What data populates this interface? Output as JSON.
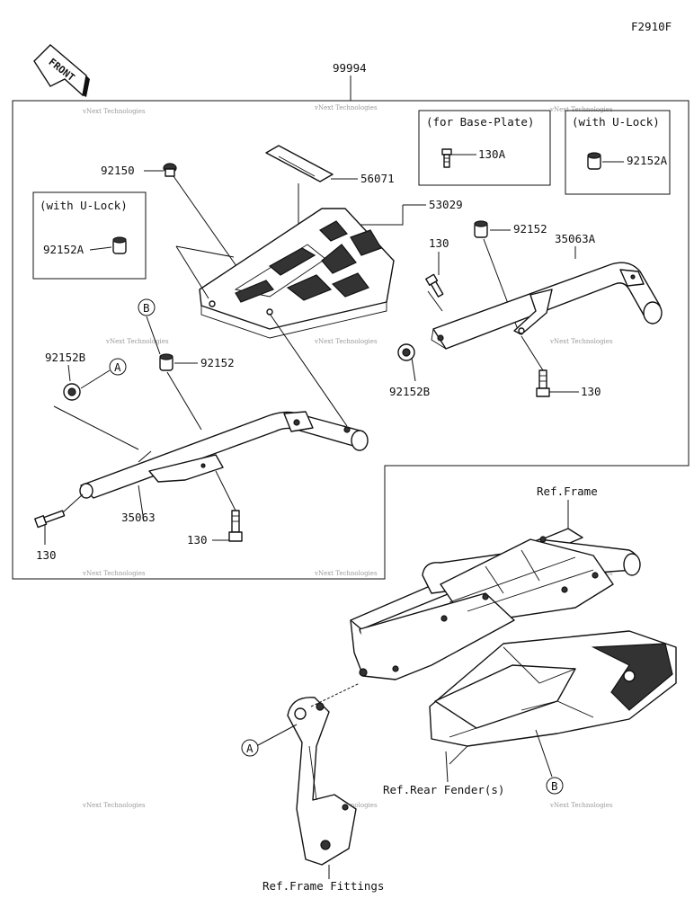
{
  "figure_code": "F2910F",
  "front_badge": "FRONT",
  "callouts": {
    "assembly": "99994",
    "plate": "56071",
    "rack": "53029",
    "bolt_top": "92150",
    "collar_a_box": "92152A",
    "collar_a_box_right": "92152A",
    "collar_right": "92152",
    "collar_left": "92152",
    "collar_b_left": "92152B",
    "collar_b_right": "92152B",
    "bolt_base_plate": "130A",
    "bolt_right_upper": "130",
    "bolt_right_lower": "130",
    "bolt_left_front": "130",
    "bolt_left_lower": "130",
    "bar_right": "35063A",
    "bar_left": "35063",
    "ref_frame": "Ref.Frame",
    "ref_rear_fender": "Ref.Rear Fender(s)",
    "ref_frame_fittings": "Ref.Frame Fittings"
  },
  "notes": {
    "with_u_lock_left": "(with U-Lock)",
    "for_base_plate": "(for Base-Plate)",
    "with_u_lock_right": "(with U-Lock)"
  },
  "markers": {
    "a_upper": "A",
    "a_lower": "A",
    "b_upper": "B",
    "b_lower": "B"
  },
  "watermark": "vNext Technologies"
}
